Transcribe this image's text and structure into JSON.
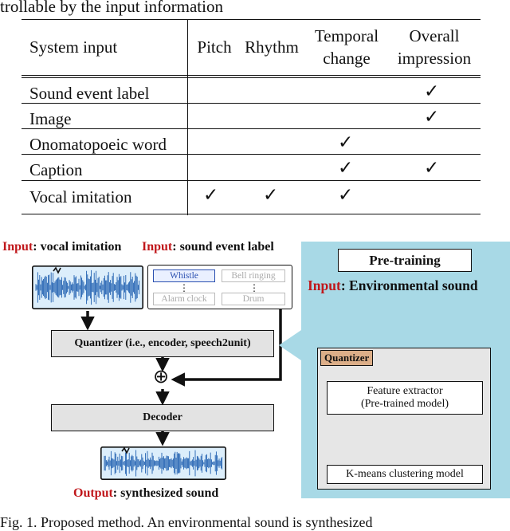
{
  "caption_top": "trollable by the input information",
  "table": {
    "headers": [
      "System input",
      "Pitch",
      "Rhythm",
      "Temporal change",
      "Overall impression"
    ],
    "header_temporal": [
      "Temporal",
      "change"
    ],
    "header_overall": [
      "Overall",
      "impression"
    ],
    "check_symbol": "✓",
    "rows": [
      {
        "label": "Sound event label",
        "pitch": false,
        "rhythm": false,
        "temporal": false,
        "overall": true
      },
      {
        "label": "Image",
        "pitch": false,
        "rhythm": false,
        "temporal": false,
        "overall": true
      },
      {
        "label": "Onomatopoeic word",
        "pitch": false,
        "rhythm": false,
        "temporal": true,
        "overall": false
      },
      {
        "label": "Caption",
        "pitch": false,
        "rhythm": false,
        "temporal": true,
        "overall": true
      },
      {
        "label": "Vocal imitation",
        "pitch": true,
        "rhythm": true,
        "temporal": true,
        "overall": false
      }
    ]
  },
  "diagram": {
    "input_word": "Input",
    "vocal_label": ": vocal imitation",
    "event_label": ": sound event label",
    "chips": [
      "Whistle",
      "Bell ringing",
      "Alarm clock",
      "Drum"
    ],
    "chip_dots": "⋮",
    "quantizer_label": "Quantizer (i.e., encoder, speech2unit)",
    "plus_symbol": "⊕",
    "decoder_label": "Decoder",
    "output_word": "Output",
    "output_label": ": synthesized sound",
    "pretraining_title": "Pre-training",
    "env_label": ": Environmental sound",
    "quantizer_tag": "Quantizer",
    "feature_extractor": [
      "Feature extractor",
      "(Pre-trained model)"
    ],
    "kmeans": "K-means clustering model",
    "colors": {
      "red": "#c0171b",
      "wave_blue": "#1f5fb0",
      "wave_bg": "#dceefb",
      "panel_blue": "#a8d9e6",
      "tag": "#dcae88"
    }
  },
  "caption_bottom": "Fig. 1.   Proposed method.  An environmental sound is synthesized"
}
